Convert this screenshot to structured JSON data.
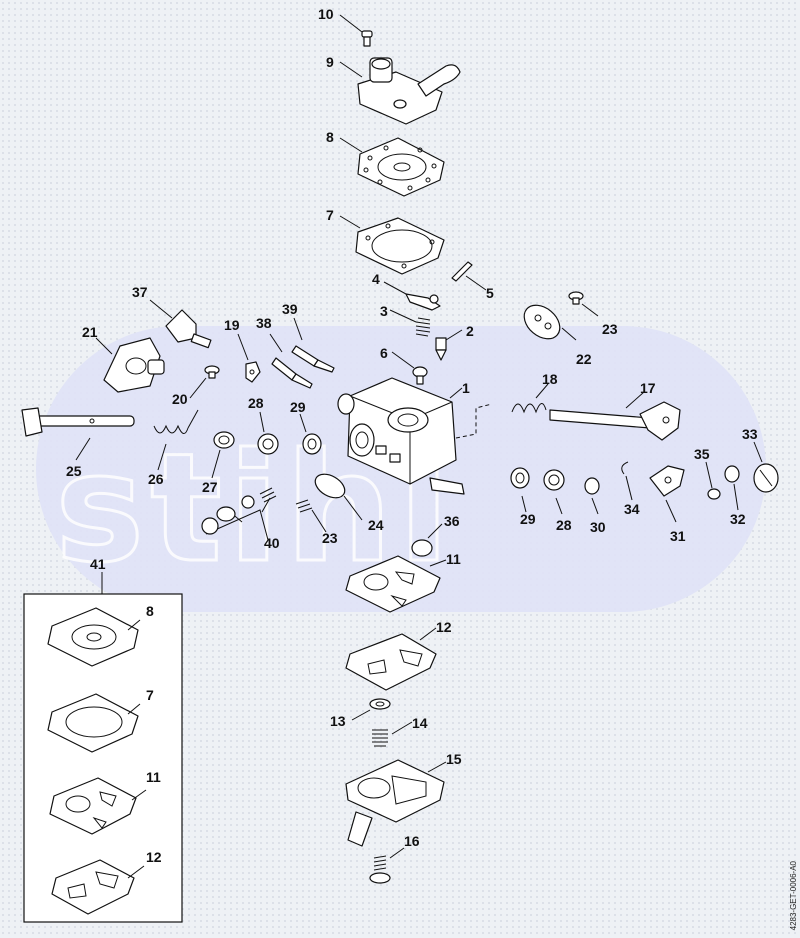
{
  "drawing_code": "4283-GET-0006-A0",
  "watermark": "stihl",
  "kit_label": "41",
  "labels": {
    "p1": "1",
    "p2": "2",
    "p3": "3",
    "p4": "4",
    "p5": "5",
    "p6": "6",
    "p7": "7",
    "p8": "8",
    "p9": "9",
    "p10": "10",
    "p11": "11",
    "p12": "12",
    "p13": "13",
    "p14": "14",
    "p15": "15",
    "p16": "16",
    "p17": "17",
    "p18": "18",
    "p19": "19",
    "p20": "20",
    "p21": "21",
    "p22": "22",
    "p23a": "23",
    "p23b": "23",
    "p24": "24",
    "p25": "25",
    "p26": "26",
    "p27": "27",
    "p28a": "28",
    "p28b": "28",
    "p29a": "29",
    "p29b": "29",
    "p30": "30",
    "p31": "31",
    "p32": "32",
    "p33": "33",
    "p34": "34",
    "p35": "35",
    "p36": "36",
    "p37": "37",
    "p38": "38",
    "p39": "39",
    "p40": "40",
    "p41": "41",
    "k8": "8",
    "k7": "7",
    "k11": "11",
    "k12": "12"
  }
}
